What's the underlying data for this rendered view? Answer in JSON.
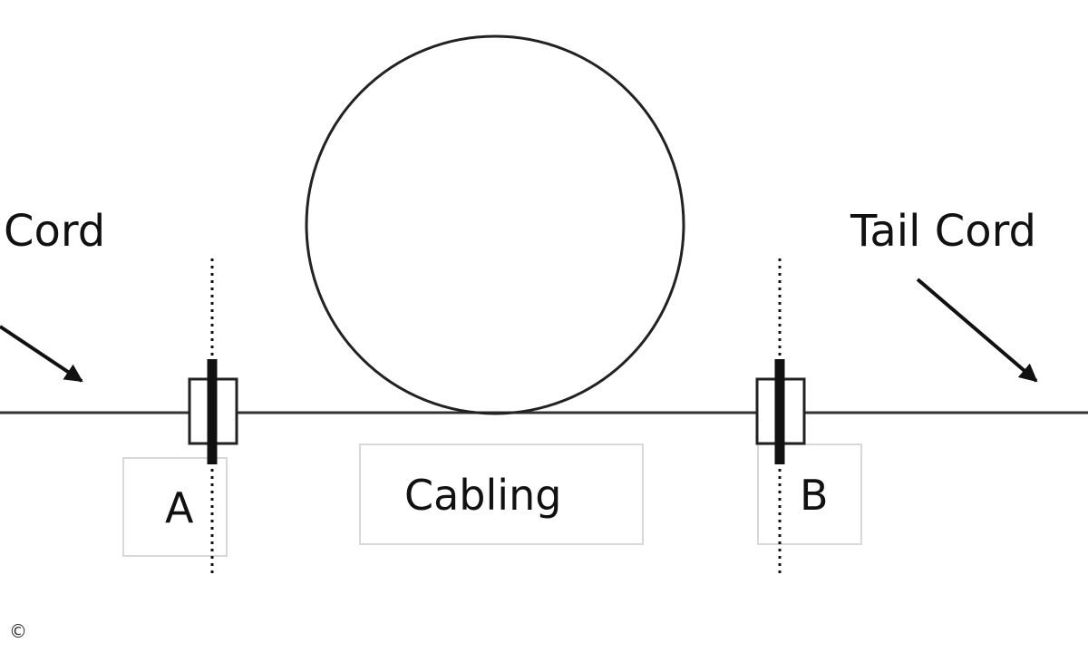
{
  "diagram": {
    "left_label": "Cord",
    "right_label": "Tail Cord",
    "connector_a_label": "A",
    "connector_b_label": "B",
    "cabling_label": "Cabling"
  },
  "footer": {
    "copyright_symbol": "©"
  },
  "colors": {
    "line": "#222222",
    "label_box_border": "#d8d8d8",
    "text": "#111111"
  }
}
